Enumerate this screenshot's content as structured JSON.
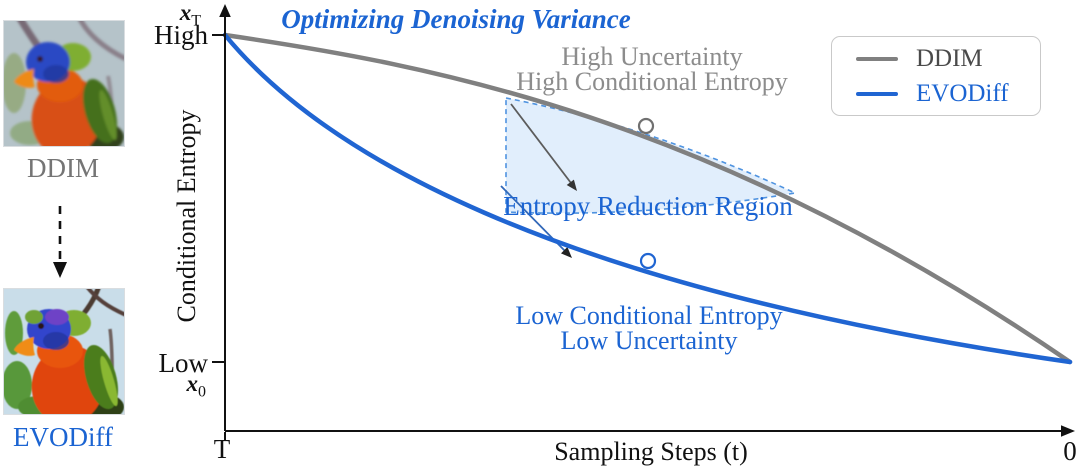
{
  "figure": {
    "title": "Optimizing Denoising Variance",
    "left_panel": {
      "top_label": "DDIM",
      "bottom_label": "EVODiff",
      "top_image": "rainbow-lorikeet-blurry-sample",
      "bottom_image": "rainbow-lorikeet-sharp-sample"
    },
    "axes": {
      "y_label": "Conditional Entropy",
      "x_label": "Sampling Steps (t)",
      "y_tick_high": "High",
      "y_tick_low": "Low",
      "y_top_symbol": {
        "base": "x",
        "sub": "T"
      },
      "y_bottom_symbol": {
        "base": "x",
        "sub": "0"
      },
      "x_tick_left": "T",
      "x_tick_right": "0"
    },
    "annotations": {
      "high_line1": "High Uncertainty",
      "high_line2": "High Conditional Entropy",
      "region_label": "Entropy Reduction Region",
      "low_line1": "Low Conditional Entropy",
      "low_line2": "Low Uncertainty"
    },
    "legend": {
      "items": [
        {
          "label": "DDIM",
          "color": "#808080"
        },
        {
          "label": "EVODiff",
          "color": "#2065d2"
        }
      ]
    },
    "colors": {
      "ddim_curve": "#808080",
      "evodiff_curve": "#2065d2",
      "blue_text": "#1b64d2",
      "gray_text": "#8c8c8c",
      "region_fill": "#dcebfb",
      "region_border": "#4f93e0"
    }
  },
  "chart_data": {
    "type": "line",
    "title": "Optimizing Denoising Variance",
    "xlabel": "Sampling Steps (t)",
    "ylabel": "Conditional Entropy",
    "x_ticks": [
      "T",
      "0"
    ],
    "y_ticks": [
      "Low",
      "High"
    ],
    "x_direction": "decreasing sampling step t from T (left) to 0 (right)",
    "y_range_labels": {
      "top": "High (x_T)",
      "bottom": "Low (x_0)"
    },
    "grid": false,
    "legend_position": "upper right",
    "x": [
      1.0,
      0.8,
      0.6,
      0.4,
      0.2,
      0.0
    ],
    "series": [
      {
        "name": "DDIM",
        "color": "#808080",
        "y_norm": [
          1.0,
          0.9,
          0.77,
          0.59,
          0.34,
          0.0
        ],
        "shape": "concave, slow entropy decrease early, steep near t=0"
      },
      {
        "name": "EVODiff",
        "color": "#2065d2",
        "y_norm": [
          1.0,
          0.6,
          0.36,
          0.21,
          0.09,
          0.0
        ],
        "shape": "steep entropy decrease early, flattens near t=0"
      }
    ],
    "markers": [
      {
        "series": "DDIM",
        "x": 0.5,
        "y_norm": 0.72,
        "style": "open-circle"
      },
      {
        "series": "EVODiff",
        "x": 0.5,
        "y_norm": 0.31,
        "style": "open-circle"
      }
    ],
    "shaded_region": {
      "label": "Entropy Reduction Region",
      "description": "dashed light-blue area between DDIM curve and a lower dashed boundary, x from ~0.67 to ~0.33",
      "fill": "#dcebfb",
      "border": "#4f93e0 dashed"
    },
    "annotations": [
      "High Uncertainty / High Conditional Entropy near DDIM curve",
      "Low Conditional Entropy / Low Uncertainty near EVODiff curve",
      "gray arrow from region top-left pointing down-right",
      "blue arrow from region toward EVODiff curve"
    ]
  }
}
